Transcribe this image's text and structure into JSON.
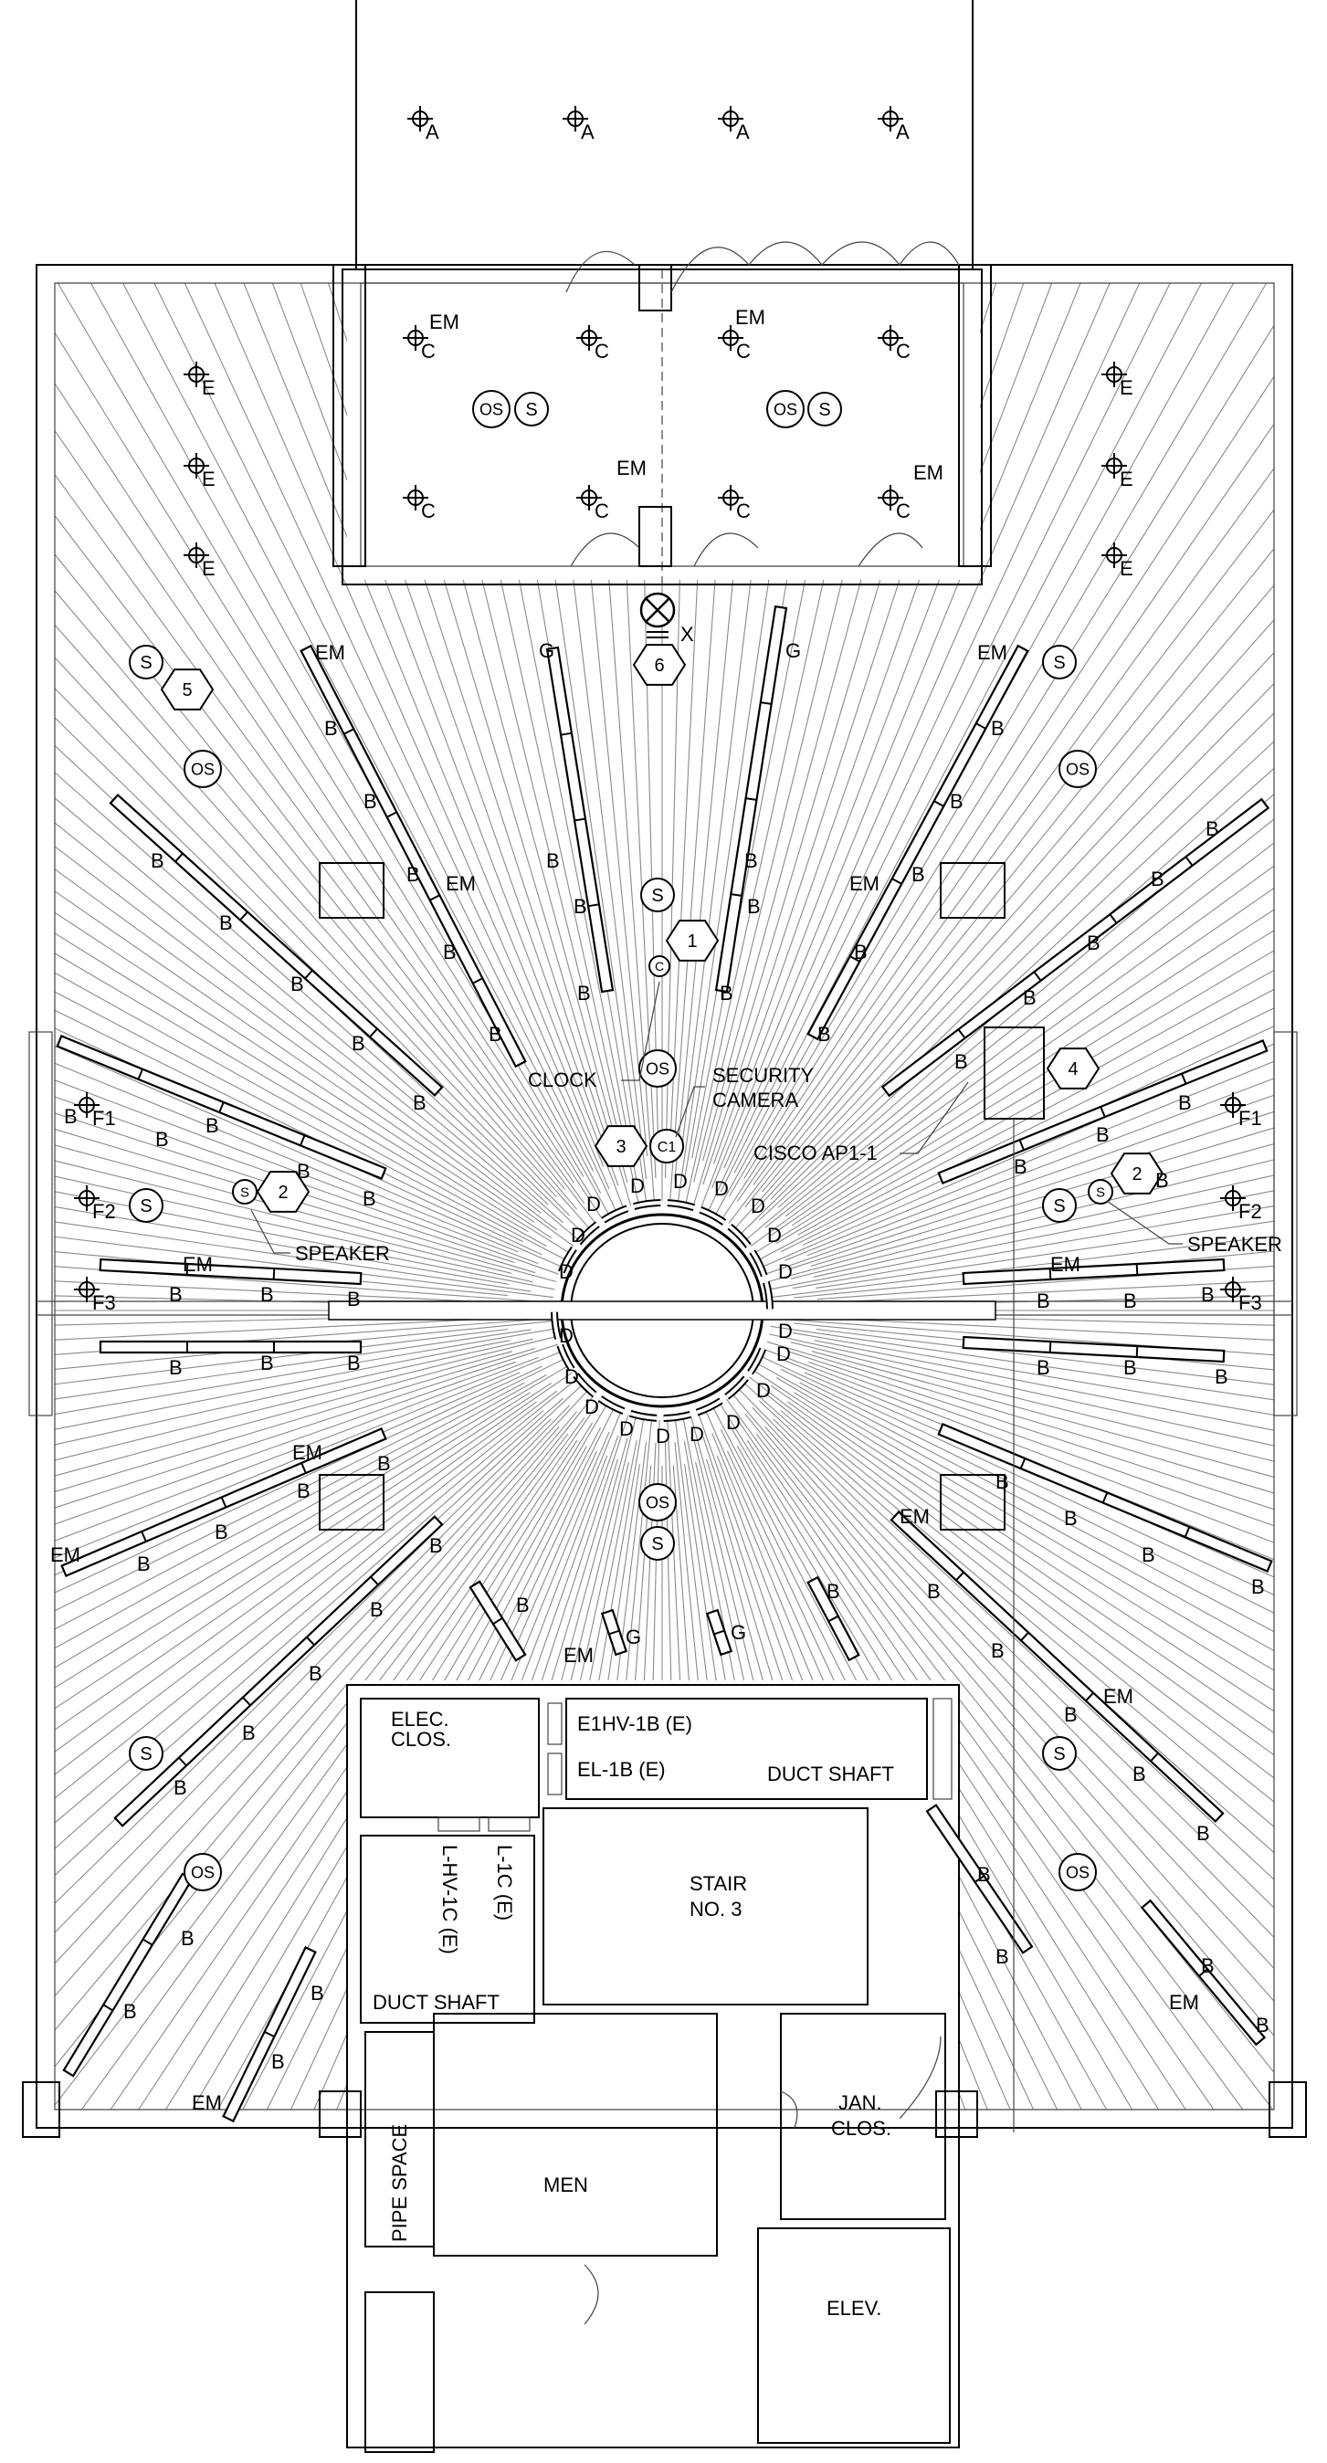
{
  "rooms": {
    "elec_clos": [
      "ELEC.",
      "CLOS."
    ],
    "e1hv": "E1HV-1B (E)",
    "el1b": "EL-1B (E)",
    "duct_shaft_1": "DUCT SHAFT",
    "duct_shaft_2": "DUCT SHAFT",
    "l1c": "L-1C (E)",
    "lhv1c": "L-HV-1C (E)",
    "stair": [
      "STAIR",
      "NO. 3"
    ],
    "pipe_space": "PIPE SPACE",
    "men": "MEN",
    "jan_clos": [
      "JAN.",
      "CLOS."
    ],
    "elev": "ELEV."
  },
  "annotations": {
    "clock": "CLOCK",
    "security_camera": [
      "SECURITY",
      "CAMERA"
    ],
    "cisco": "CISCO AP1-1",
    "speaker": "SPEAKER"
  },
  "fixture_types": {
    "A": "A",
    "C": "C",
    "E": "E",
    "EM": "EM",
    "B": "B",
    "G": "G",
    "D": "D",
    "F1": "F1",
    "F2": "F2",
    "F3": "F3",
    "X": "X"
  },
  "symbol_text": {
    "occupancy": "OS",
    "speaker": "S",
    "clock": "C",
    "camera": "C1",
    "tags": [
      "1",
      "2",
      "3",
      "4",
      "5",
      "6"
    ]
  }
}
